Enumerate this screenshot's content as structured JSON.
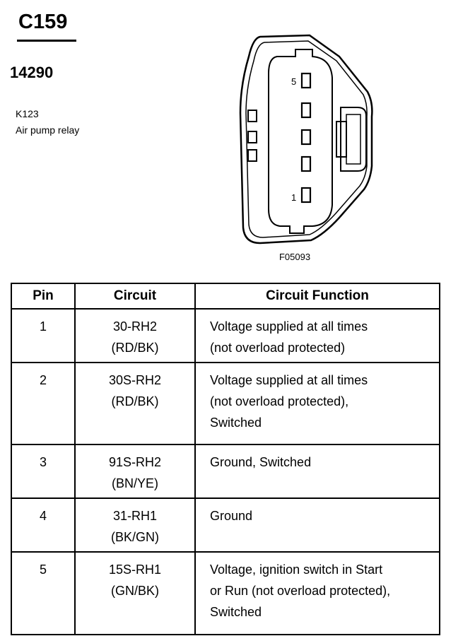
{
  "connector": {
    "id": "C159",
    "part_number": "14290",
    "component_code": "K123",
    "component_name": "Air pump relay"
  },
  "diagram": {
    "figure_id": "F05093",
    "pin_labels": {
      "top": "5",
      "bottom": "1"
    }
  },
  "table": {
    "headers": {
      "pin": "Pin",
      "circuit": "Circuit",
      "function": "Circuit Function"
    },
    "rows": [
      {
        "pin": "1",
        "circuit": "30-RH2",
        "color": "(RD/BK)",
        "function": [
          "Voltage supplied at all times",
          "(not overload protected)"
        ]
      },
      {
        "pin": "2",
        "circuit": "30S-RH2",
        "color": "(RD/BK)",
        "function": [
          "Voltage supplied at all times",
          "(not overload protected),",
          "Switched"
        ]
      },
      {
        "pin": "3",
        "circuit": "91S-RH2",
        "color": "(BN/YE)",
        "function": [
          "Ground, Switched"
        ]
      },
      {
        "pin": "4",
        "circuit": "31-RH1",
        "color": "(BK/GN)",
        "function": [
          "Ground"
        ]
      },
      {
        "pin": "5",
        "circuit": "15S-RH1",
        "color": "(GN/BK)",
        "function": [
          "Voltage, ignition switch in Start",
          "or Run (not overload protected),",
          "Switched"
        ]
      }
    ]
  }
}
